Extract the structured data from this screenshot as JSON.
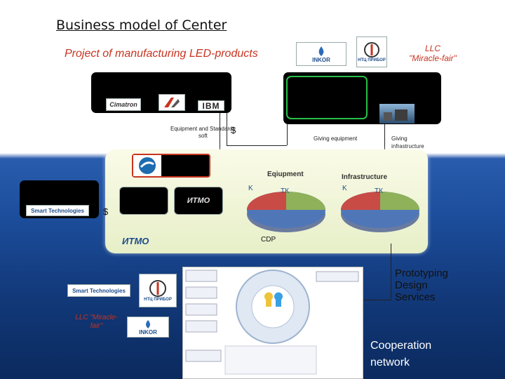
{
  "header": {
    "title": "Business model of Center",
    "subtitle": "Project of manufacturing LED-products",
    "llc_top": "LLC \"Miracle-fair\""
  },
  "logos": {
    "inkor": "INKOR",
    "npc": "НТЦ ПРИБОР",
    "cimatron": "Cimatron",
    "ibm": "IBM",
    "smart": "Smart Technologies",
    "itmo": "ИТМО",
    "k": "K",
    "tk": "ТК"
  },
  "flows": {
    "equipment_standards": "Equipment and Standards",
    "soft": "soft",
    "dollar": "$",
    "giving_equipment": "Giving equipment",
    "giving_infrastructure": "Giving infrastructure"
  },
  "panel": {
    "equipment": "Eqiupment",
    "infrastructure": "Infrastructure",
    "cdp": "CDP"
  },
  "right": {
    "prototyping": "Prototyping",
    "design": "Design",
    "services": "Services",
    "cooperation": "Cooperation",
    "network": "network"
  },
  "bottom": {
    "llc_bottom": "LLC \"Miracle-fair\""
  }
}
